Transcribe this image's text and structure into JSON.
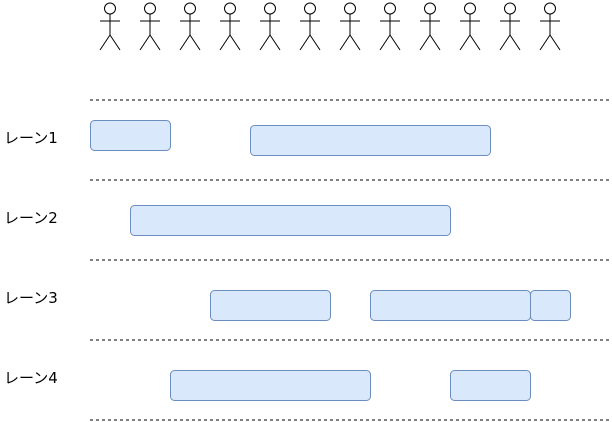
{
  "colors": {
    "block_fill": "#dae8fc",
    "block_stroke": "#6c8ebf",
    "divider": "#000000",
    "actor_stroke": "#000000",
    "label_text": "#000000"
  },
  "actors": {
    "count": 12,
    "icon": "stick-figure-icon"
  },
  "lanes": [
    {
      "label": "レーン1",
      "blocks": 2
    },
    {
      "label": "レーン2",
      "blocks": 1
    },
    {
      "label": "レーン3",
      "blocks": 3
    },
    {
      "label": "レーン4",
      "blocks": 2
    }
  ]
}
